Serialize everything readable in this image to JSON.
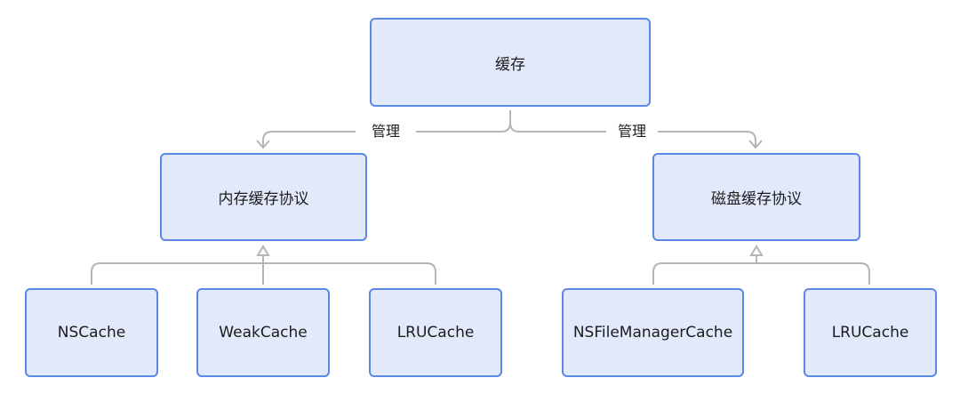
{
  "diagram": {
    "root": {
      "label": "缓存"
    },
    "edge_labels": {
      "left": "管理",
      "right": "管理"
    },
    "memory_protocol": {
      "label": "内存缓存协议"
    },
    "disk_protocol": {
      "label": "磁盘缓存协议"
    },
    "memory_impls": [
      {
        "label": "NSCache"
      },
      {
        "label": "WeakCache"
      },
      {
        "label": "LRUCache"
      }
    ],
    "disk_impls": [
      {
        "label": "NSFileManagerCache"
      },
      {
        "label": "LRUCache"
      }
    ]
  }
}
